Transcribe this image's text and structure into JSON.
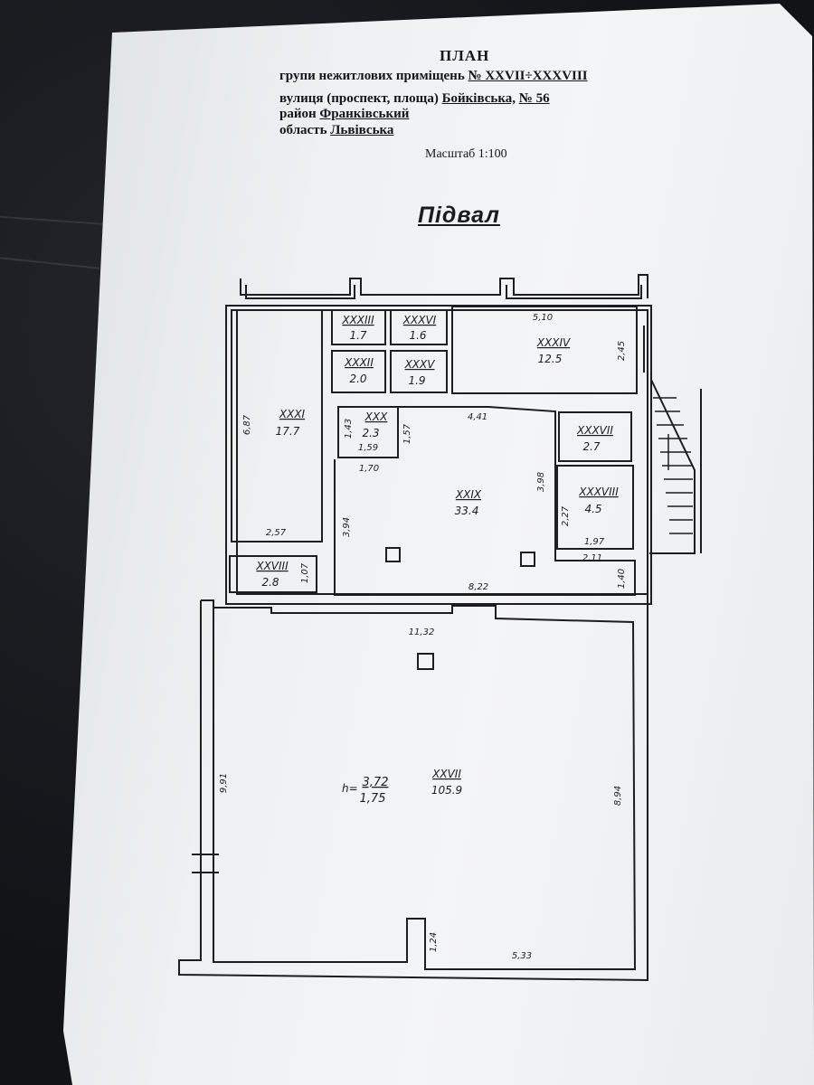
{
  "header": {
    "plan_title": "ПЛАН",
    "group_label": "групи нежитлових приміщень",
    "group_number": "№ XXVII÷XXXVIII",
    "street_label": "вулиця (проспект, площа)",
    "street_value": "Бойківська,",
    "house_number": "№ 56",
    "district_label": "район",
    "district_value": "Франківський",
    "region_label": "область",
    "region_value": "Львівська",
    "scale": "Масштаб 1:100"
  },
  "floor": {
    "title": "Підвал"
  },
  "rooms": {
    "r21": {
      "id": "XXXI",
      "area": "17.7"
    },
    "r22": {
      "id": "XXXIII",
      "area": "1.7"
    },
    "r23": {
      "id": "XXXVI",
      "area": "1.6"
    },
    "r24": {
      "id": "XXXII",
      "area": "2.0"
    },
    "r25": {
      "id": "XXXV",
      "area": "1.9"
    },
    "r26": {
      "id": "XXXIV",
      "area": "12.5"
    },
    "r27": {
      "id": "XXX",
      "area": "2.3"
    },
    "r28": {
      "id": "XXIX",
      "area": "33.4"
    },
    "r29": {
      "id": "XXXVII",
      "area": "2.7"
    },
    "r30": {
      "id": "XXXVIII",
      "area": "4.5"
    },
    "r31": {
      "id": "XXVIII",
      "area": "2.8"
    },
    "r32": {
      "id": "XXVII",
      "area": "105.9"
    }
  },
  "height": {
    "prefix": "h=",
    "top": "3,72",
    "bottom": "1,75"
  },
  "dimensions": {
    "d510": "5,10",
    "d245": "2,45",
    "d687": "6,87",
    "d257": "2,57",
    "d441": "4,41",
    "d143": "1,43",
    "d159": "1,59",
    "d157": "1,57",
    "d170": "1,70",
    "d394": "3,94",
    "d398": "3,98",
    "d227": "2,27",
    "d197": "1,97",
    "d211": "2,11",
    "d822": "8,22",
    "d140": "1,40",
    "d107": "1,07",
    "d1132": "11,32",
    "d991": "9,91",
    "d894": "8,94",
    "d124": "1,24",
    "d533": "5,33"
  }
}
